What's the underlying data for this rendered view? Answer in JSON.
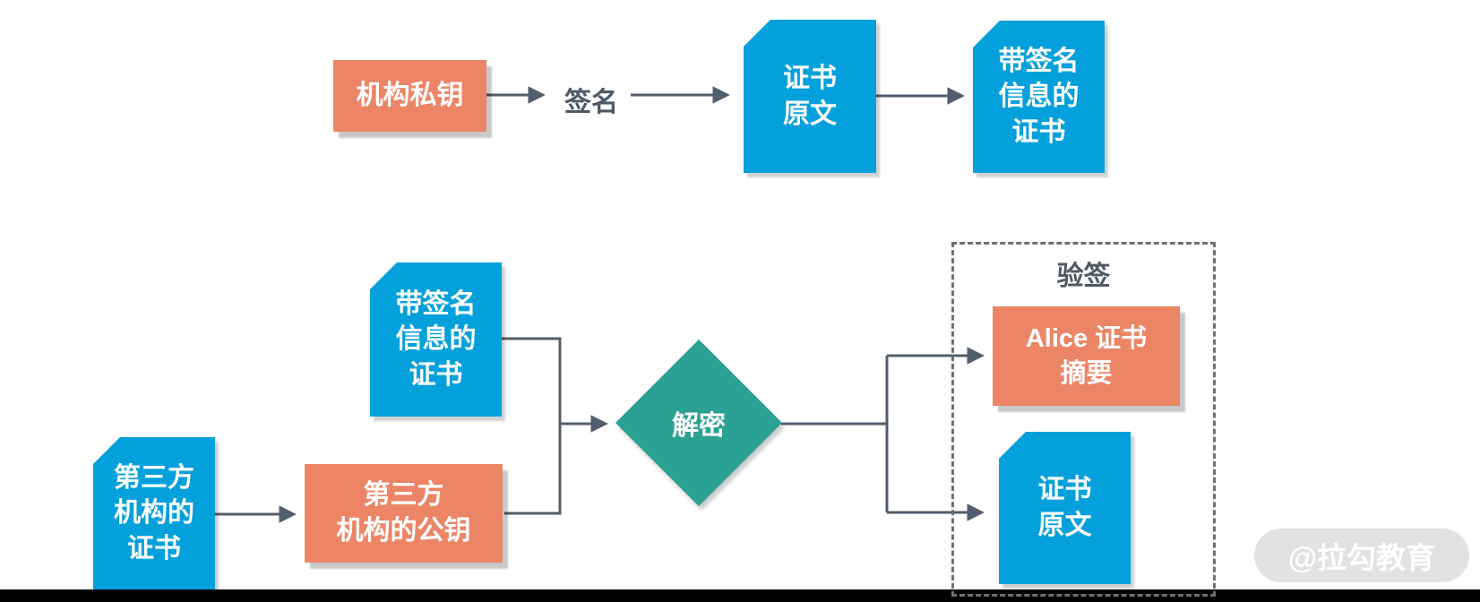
{
  "colors": {
    "node_blue": "#04A0DB",
    "node_orange": "#EC8566",
    "node_teal": "#2AA192",
    "connector_gray": "#525E6C",
    "label_ink": "#4E5966",
    "dashed_border_gray": "#6F6F6F",
    "watermark_pill_gray": "#E2E2E2",
    "watermark_text": "#FFFFFF",
    "bottom_bar": "#000000"
  },
  "sign_flow": {
    "org_private_key": "机构私钥",
    "sign_label": "签名",
    "cert_original_doc": "证书\n原文",
    "signed_cert_doc": "带签名\n信息的\n证书"
  },
  "verify_flow": {
    "signed_cert_doc": "带签名\n信息的\n证书",
    "third_party_cert_doc": "第三方\n机构的\n证书",
    "third_party_public_key": "第三方\n机构的公钥",
    "decrypt_diamond": "解密",
    "verify_group_label": "验签",
    "alice_cert_digest": "Alice 证书\n摘要",
    "cert_original_doc": "证书\n原文"
  },
  "watermark": "@拉勾教育"
}
